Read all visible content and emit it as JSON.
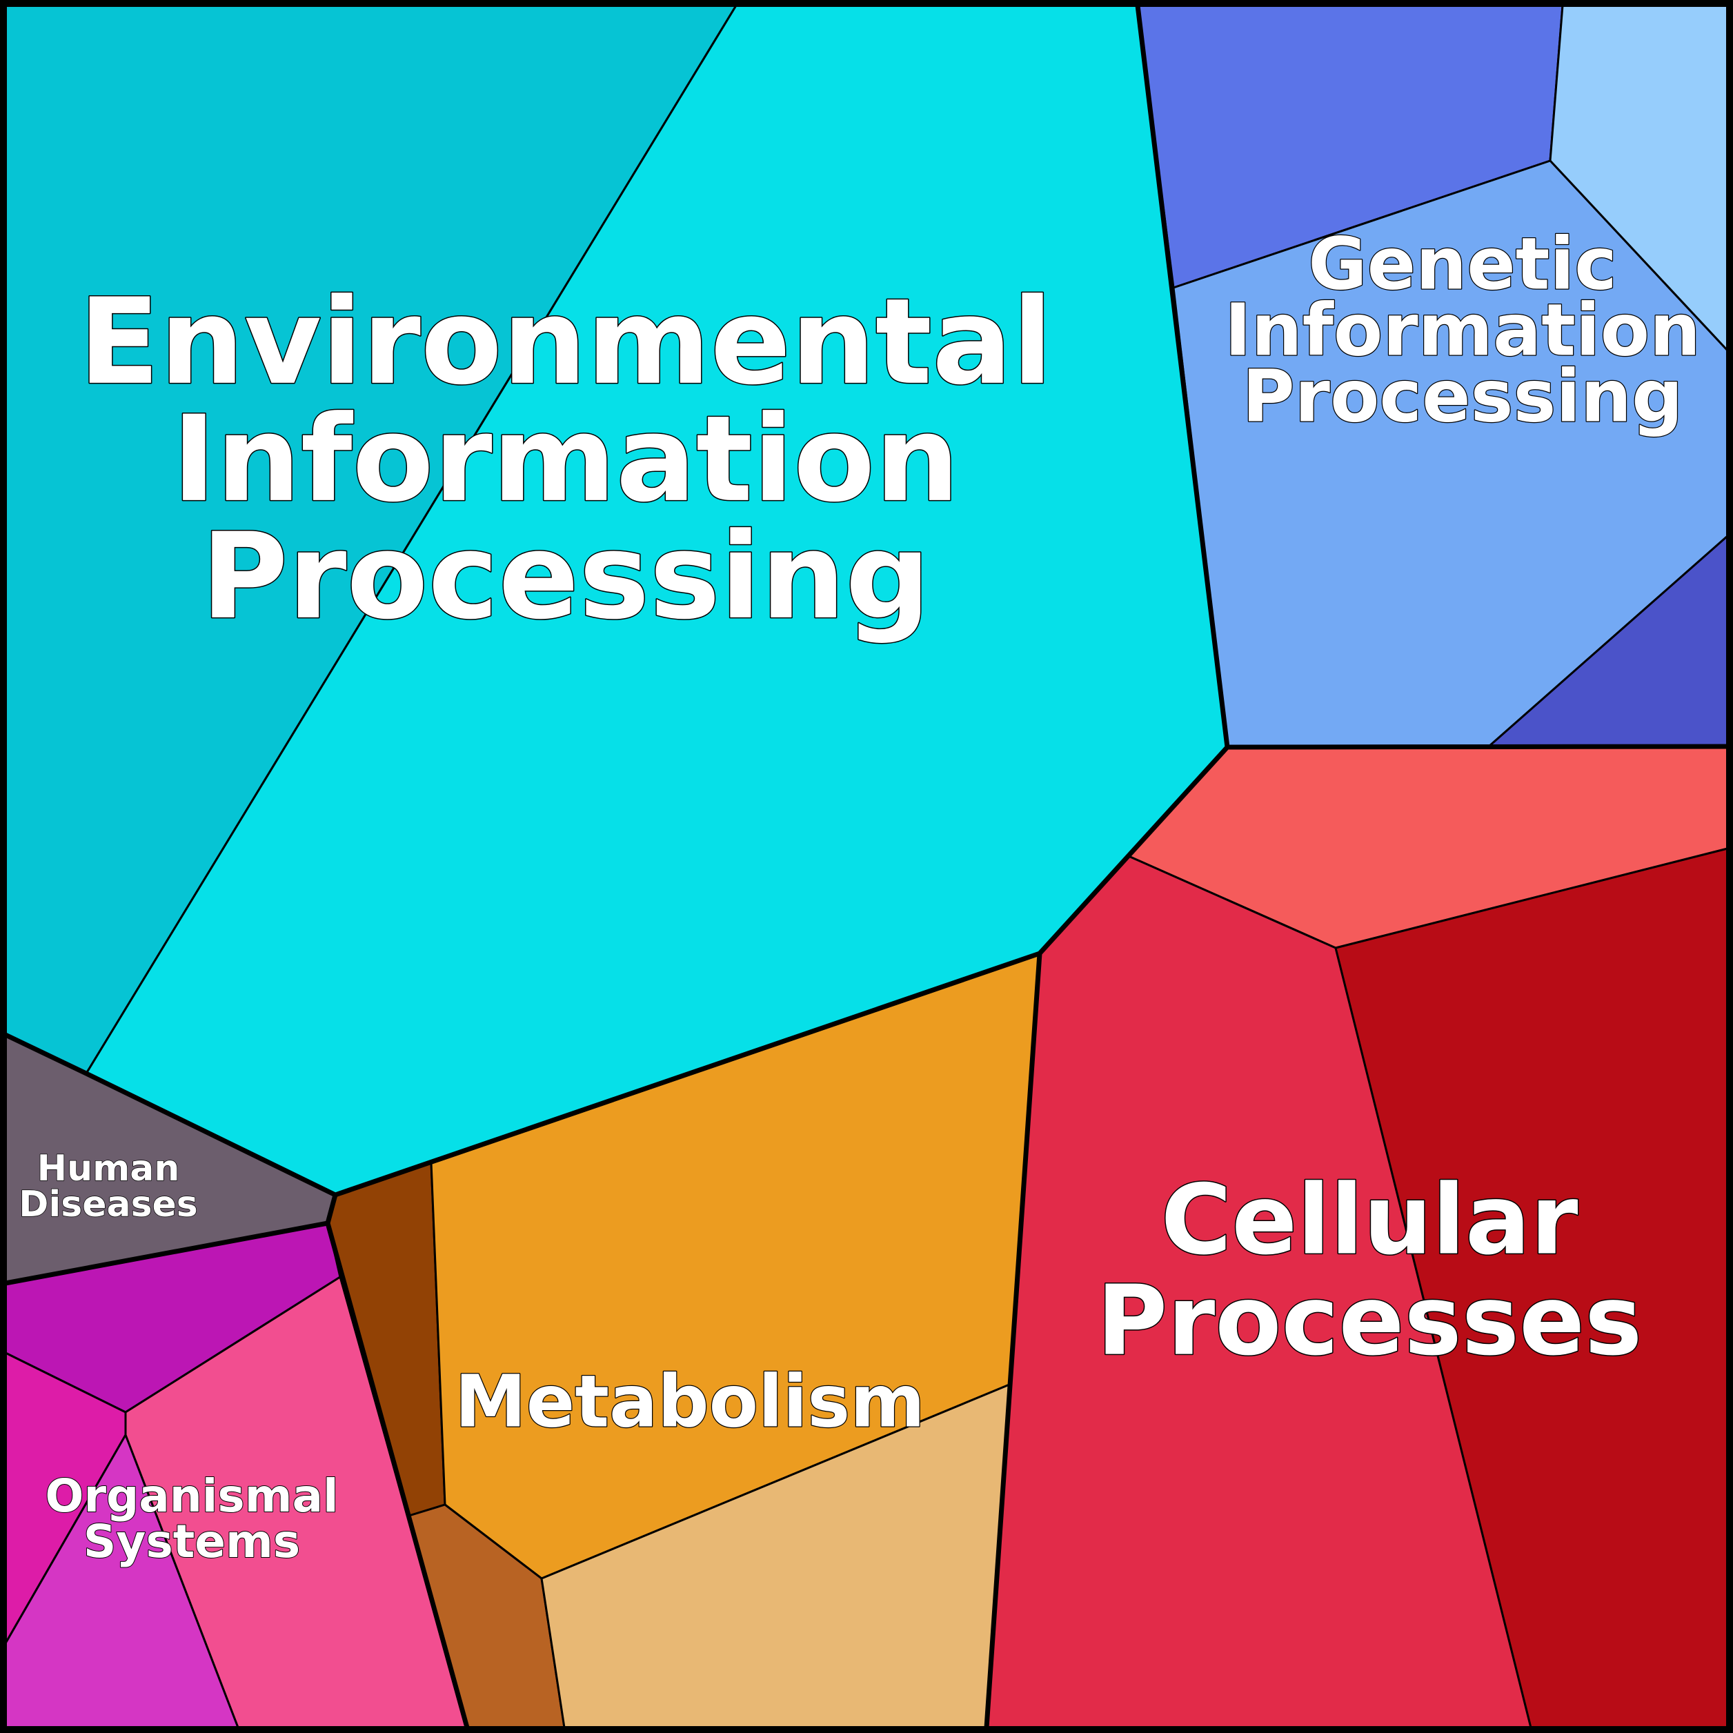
{
  "diagram": {
    "type": "voronoi-treemap",
    "categories": [
      {
        "key": "environmental",
        "label_lines": [
          "Environmental",
          "Information",
          "Processing"
        ],
        "colors": [
          "#06c4d4",
          "#06e0e8"
        ]
      },
      {
        "key": "genetic",
        "label_lines": [
          "Genetic",
          "Information",
          "Processing"
        ],
        "colors": [
          "#5b74e8",
          "#96cdfc",
          "#73a9f4",
          "#4b53c9"
        ]
      },
      {
        "key": "cellular",
        "label_lines": [
          "Cellular",
          "Processes"
        ],
        "colors": [
          "#f55b5b",
          "#e22b49",
          "#b80c16"
        ]
      },
      {
        "key": "metabolism",
        "label_lines": [
          "Metabolism"
        ],
        "colors": [
          "#924205",
          "#ec9c20",
          "#b86323",
          "#e8b874"
        ]
      },
      {
        "key": "human_diseases",
        "label_lines": [
          "Human",
          "Diseases"
        ],
        "colors": [
          "#6c5e6d"
        ]
      },
      {
        "key": "organismal",
        "label_lines": [
          "Organismal",
          "Systems"
        ],
        "colors": [
          "#bc16b4",
          "#dd1ca8",
          "#f24e90",
          "#d536c4"
        ]
      }
    ]
  }
}
